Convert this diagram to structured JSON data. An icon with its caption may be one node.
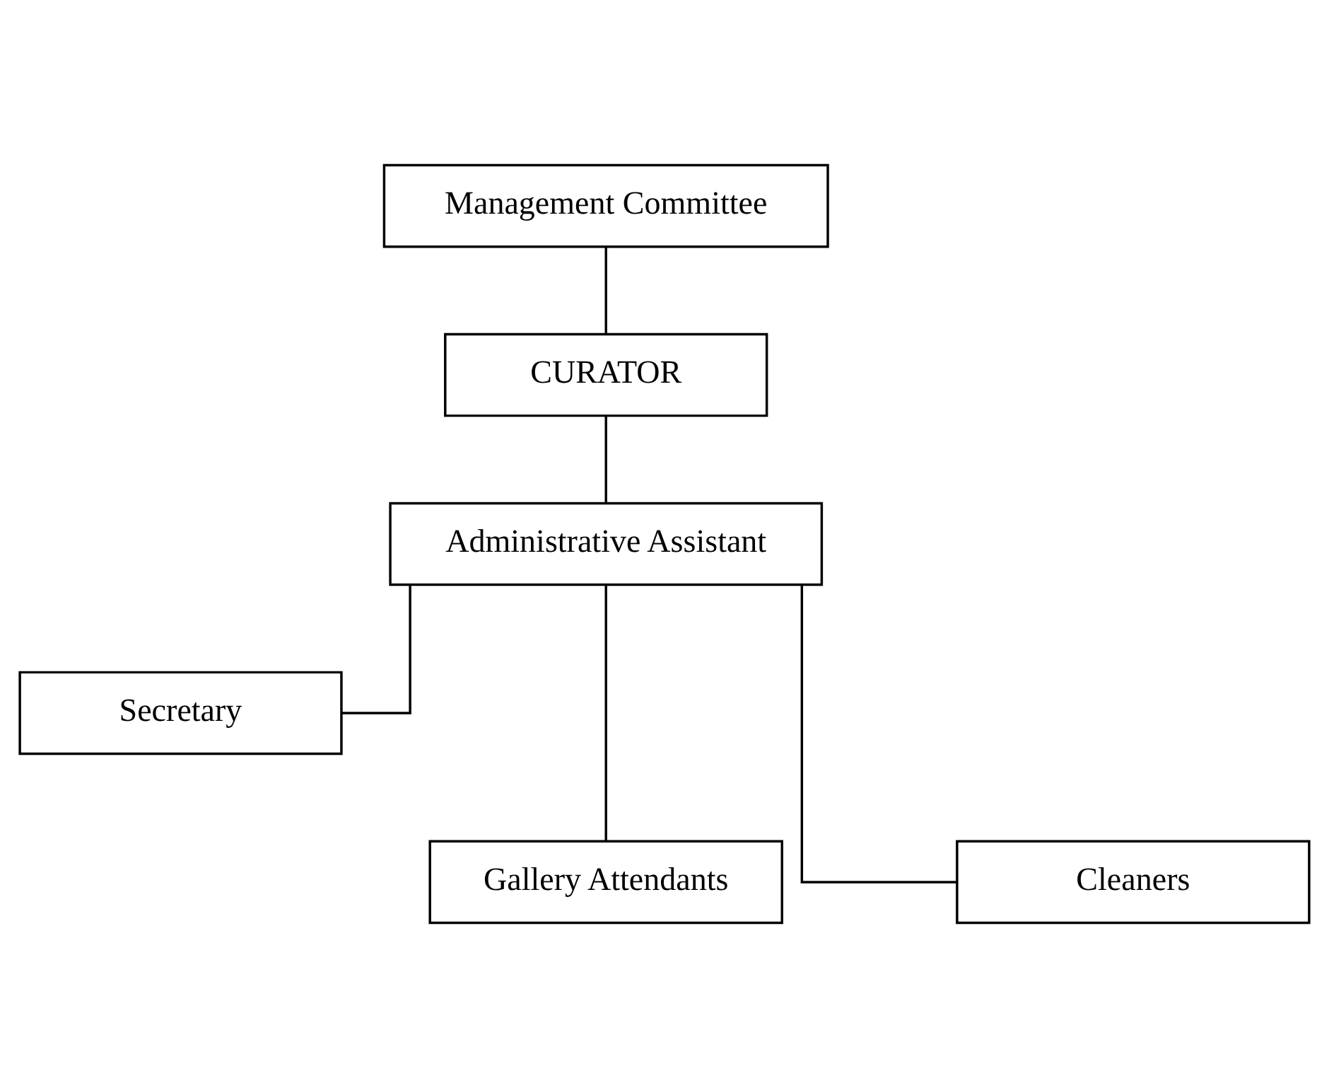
{
  "diagram": {
    "nodes": [
      {
        "text": [
          "Management Committee"
        ]
      },
      {
        "text": [
          "CURATOR"
        ]
      },
      {
        "text": [
          "Administrative Assistant"
        ]
      },
      {
        "text": [
          "Secretary"
        ]
      },
      {
        "text": [
          "Gallery Attendants"
        ]
      },
      {
        "text": [
          "Cleaners"
        ]
      }
    ],
    "edges": [
      {
        "from": 0,
        "to": 1,
        "arrow": "none"
      },
      {
        "from": 1,
        "to": 2,
        "arrow": "none"
      },
      {
        "from": 2,
        "to": 4,
        "arrow": "none"
      },
      {
        "from": 2,
        "to": 3,
        "arrow": "none"
      },
      {
        "from": 2,
        "to": 5,
        "arrow": "none"
      }
    ]
  }
}
